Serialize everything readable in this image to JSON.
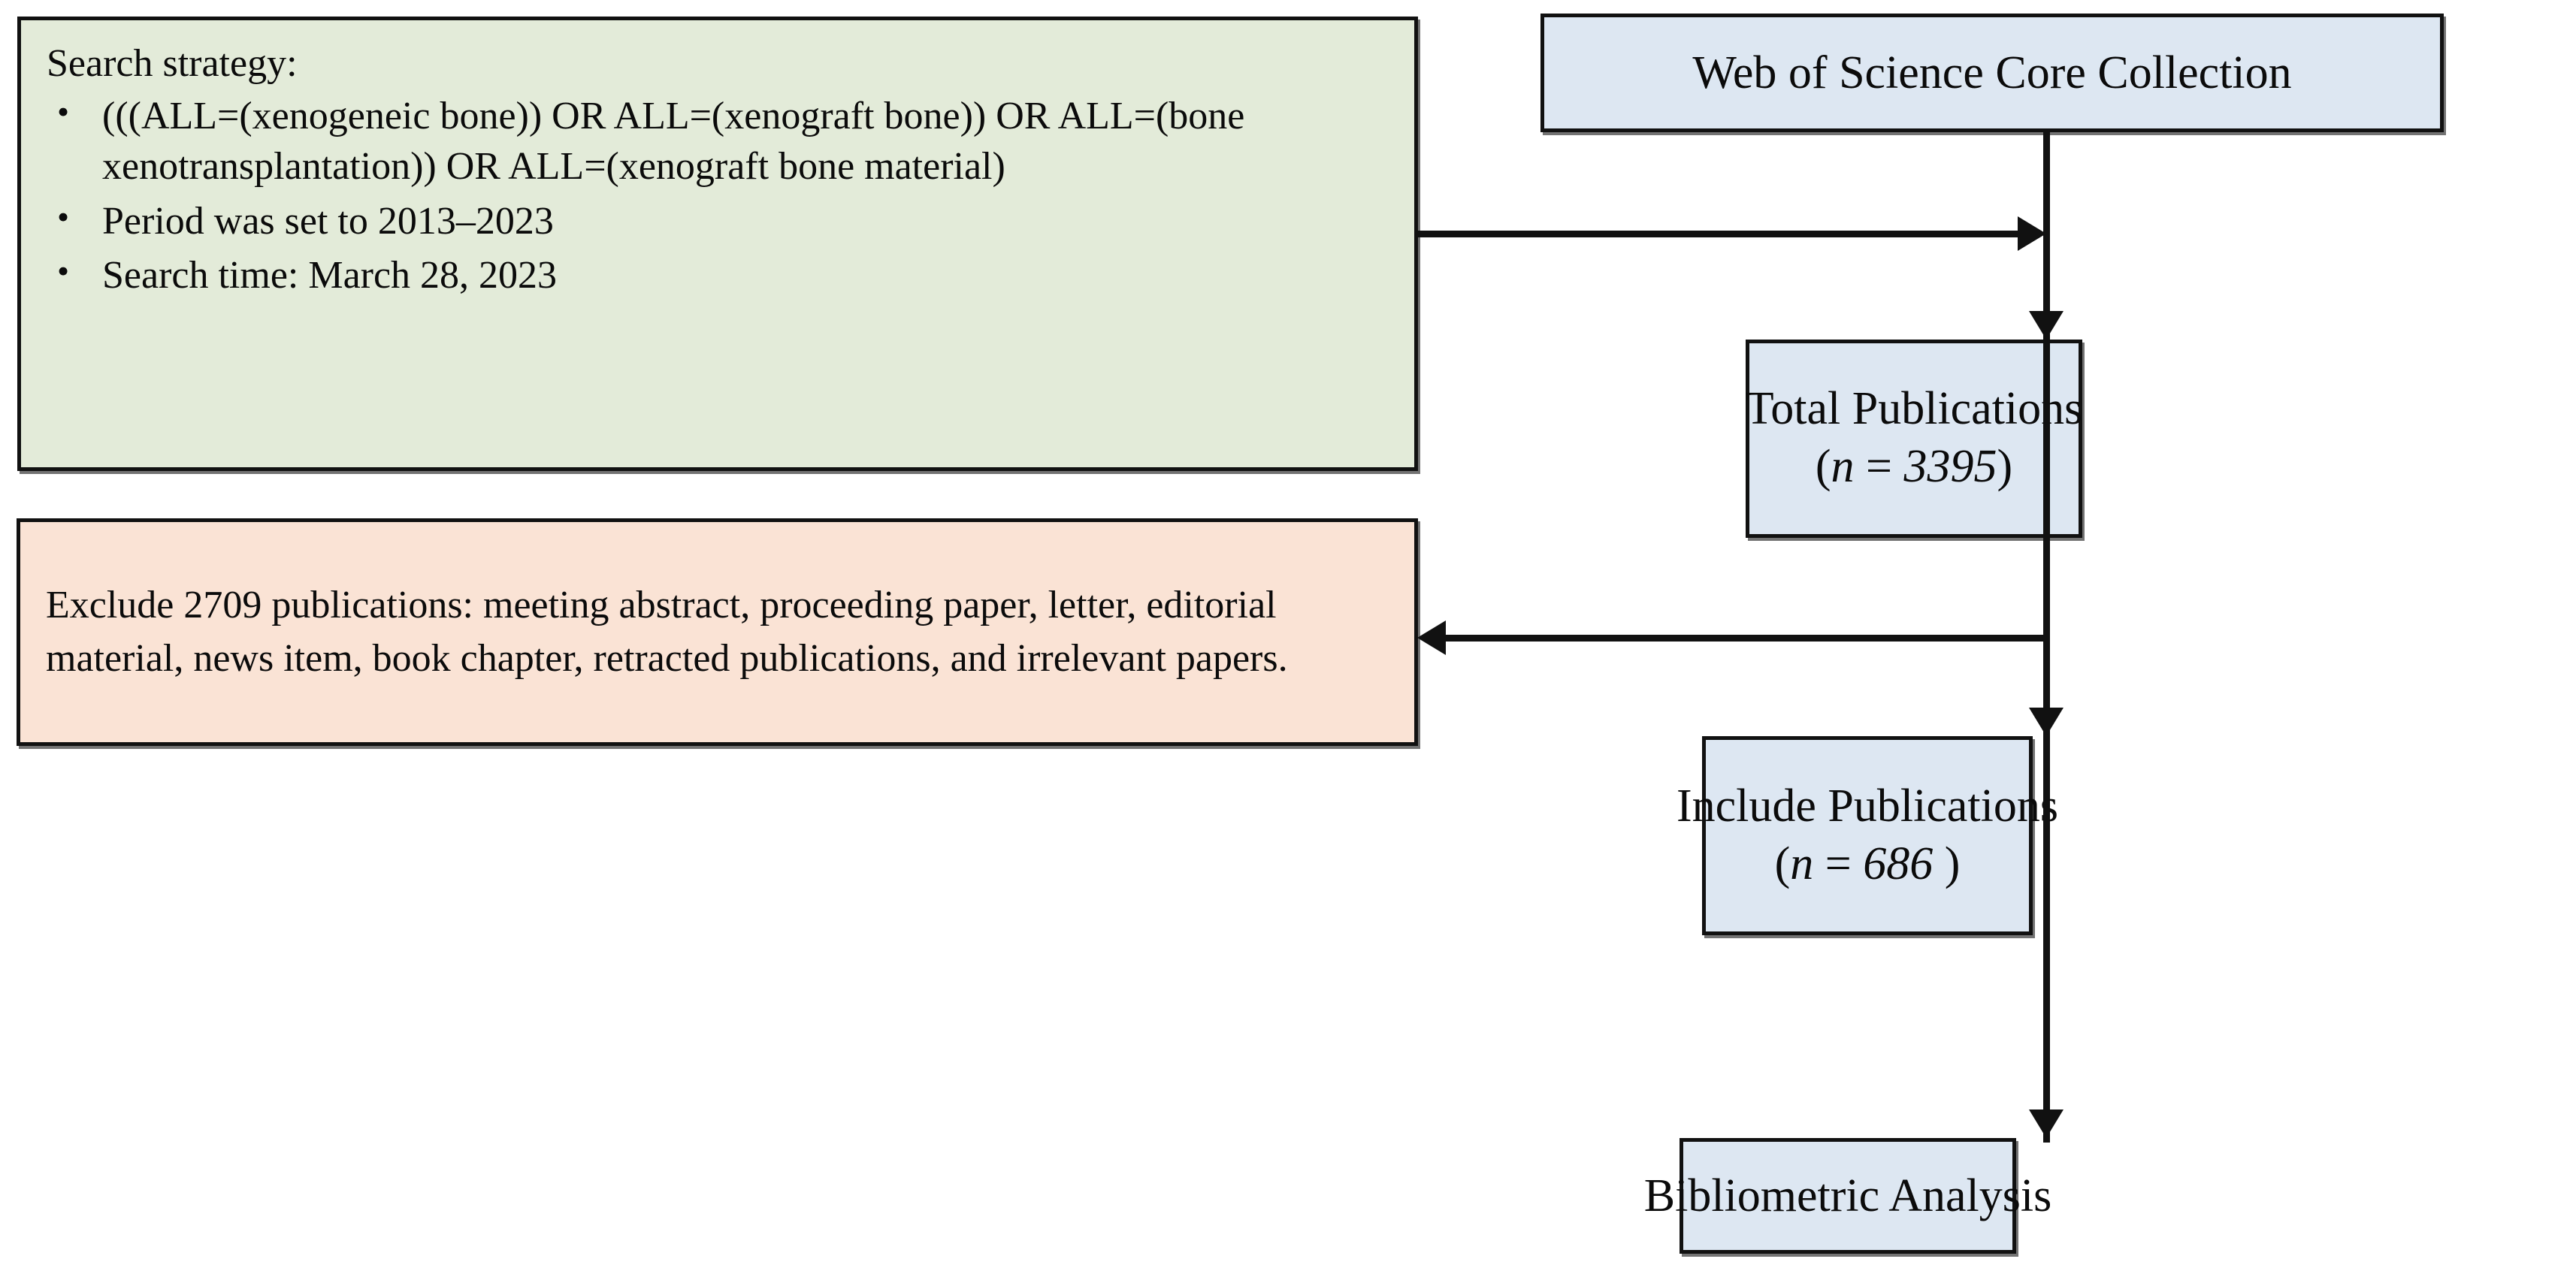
{
  "diagram": {
    "type": "flowchart",
    "title": "Literature search and screening flowchart",
    "colors": {
      "search_box_fill": "#e3ebd9",
      "exclude_box_fill": "#fae3d5",
      "node_box_fill": "#dde7f2",
      "border": "#111111",
      "text": "#0b0b0b"
    }
  },
  "search_strategy": {
    "heading": "Search strategy:",
    "bullets": [
      "(((ALL=(xenogeneic bone)) OR ALL=(xenograft bone)) OR ALL=(bone xenotransplantation)) OR ALL=(xenograft bone material)",
      " Period was set to 2013–2023",
      "Search time: March 28, 2023"
    ]
  },
  "exclude": {
    "text": "Exclude 2709 publications: meeting abstract, proceeding paper, letter, editorial material, news item, book chapter, retracted publications, and irrelevant papers."
  },
  "nodes": {
    "database": {
      "label": "Web of Science Core Collection"
    },
    "total": {
      "label": "Total Publications",
      "count_open": "(",
      "count_var": "n",
      "count_eq": " = ",
      "count_value": "3395",
      "count_close": ")"
    },
    "include": {
      "label": "Include Publications",
      "count_open": "(",
      "count_var": "n",
      "count_eq": " = ",
      "count_value": "686 ",
      "count_close": ")"
    },
    "analysis": {
      "label": "Bibliometric Analysis"
    }
  }
}
